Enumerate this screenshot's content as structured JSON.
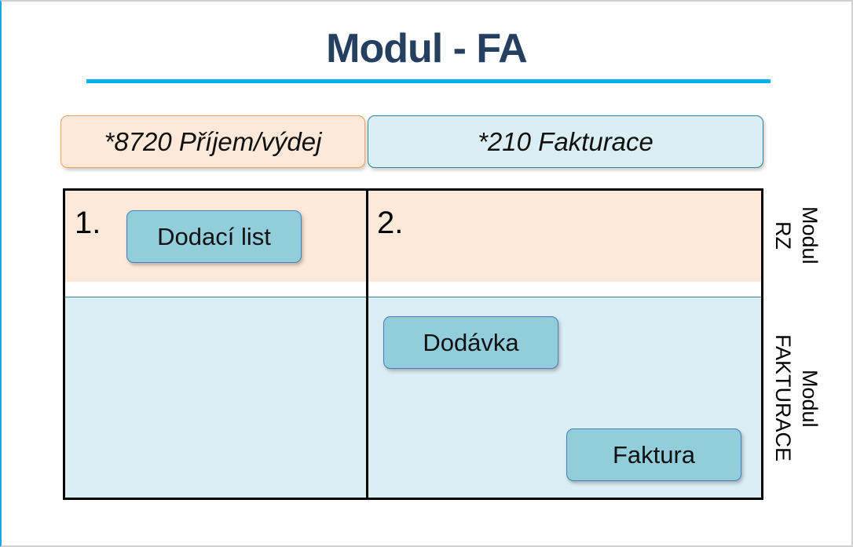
{
  "title": "Modul - FA",
  "headers": [
    "*8720 Příjem/výdej",
    "*210 Fakturace"
  ],
  "steps": [
    "1.",
    "2."
  ],
  "boxes": {
    "dodaci_list": "Dodací list",
    "dodavka": "Dodávka",
    "faktura": "Faktura"
  },
  "row_labels": {
    "rz": {
      "line1": "Modul",
      "line2": "RZ"
    },
    "fakturace": {
      "line1": "Modul",
      "line2": "FAKTURACE"
    }
  },
  "colors": {
    "title": "#243f60",
    "rule": "#00b0f0",
    "orange": "#fde9d9",
    "blue": "#dbeef4",
    "box": "#92cddc"
  }
}
